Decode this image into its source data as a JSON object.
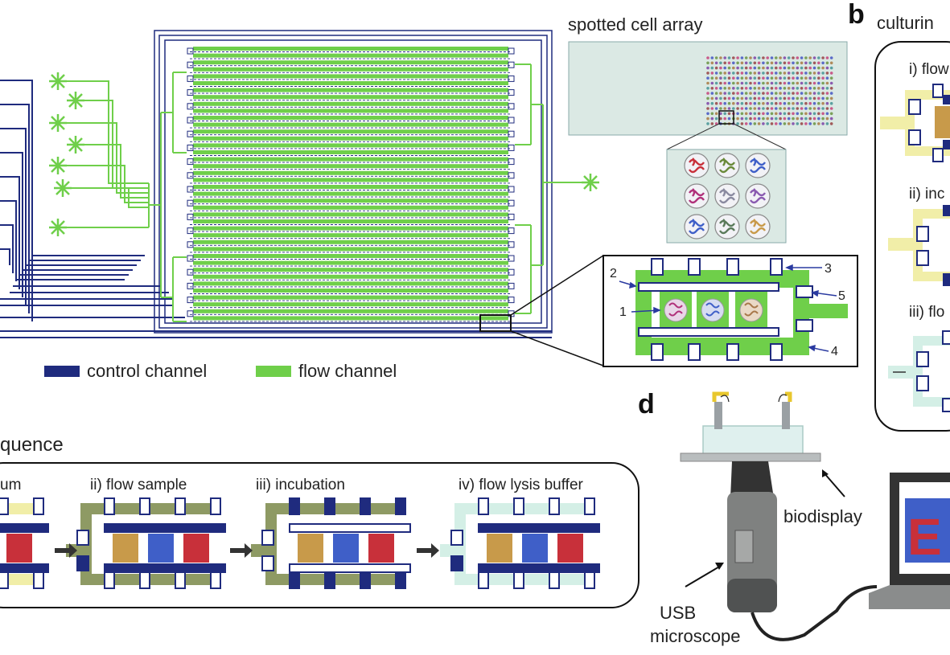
{
  "panel_letters": {
    "b": "b",
    "d": "d"
  },
  "panel_a": {
    "legend": {
      "control": {
        "label": "control channel",
        "color": "#1f2b7e"
      },
      "flow": {
        "label": "flow channel",
        "color": "#6fcf4a"
      }
    }
  },
  "spotted_array": {
    "title": "spotted cell array"
  },
  "chamber_detail": {
    "callouts": [
      "1",
      "2",
      "3",
      "4",
      "5"
    ]
  },
  "panel_b": {
    "title": "culturin",
    "steps": [
      "i) flow",
      "ii) inc",
      "iii) flo"
    ]
  },
  "panel_c": {
    "title": "quence",
    "steps": [
      "um",
      "ii) flow sample",
      "iii) incubation",
      "iv) flow lysis buffer"
    ]
  },
  "panel_d": {
    "labels": {
      "biodisplay": "biodisplay",
      "usb_line1": "USB",
      "usb_line2": "microscope",
      "screen_letter": "E"
    }
  },
  "colors": {
    "control": "#1f2b7e",
    "flow": "#6fcf4a",
    "pale_flow": "#f1eea8",
    "olive_flow": "#8e9a64",
    "aqua_flow": "#d4efe6",
    "chamber_orange": "#c89a4a",
    "chamber_blue": "#3f5fc8",
    "chamber_red": "#c8303a"
  }
}
